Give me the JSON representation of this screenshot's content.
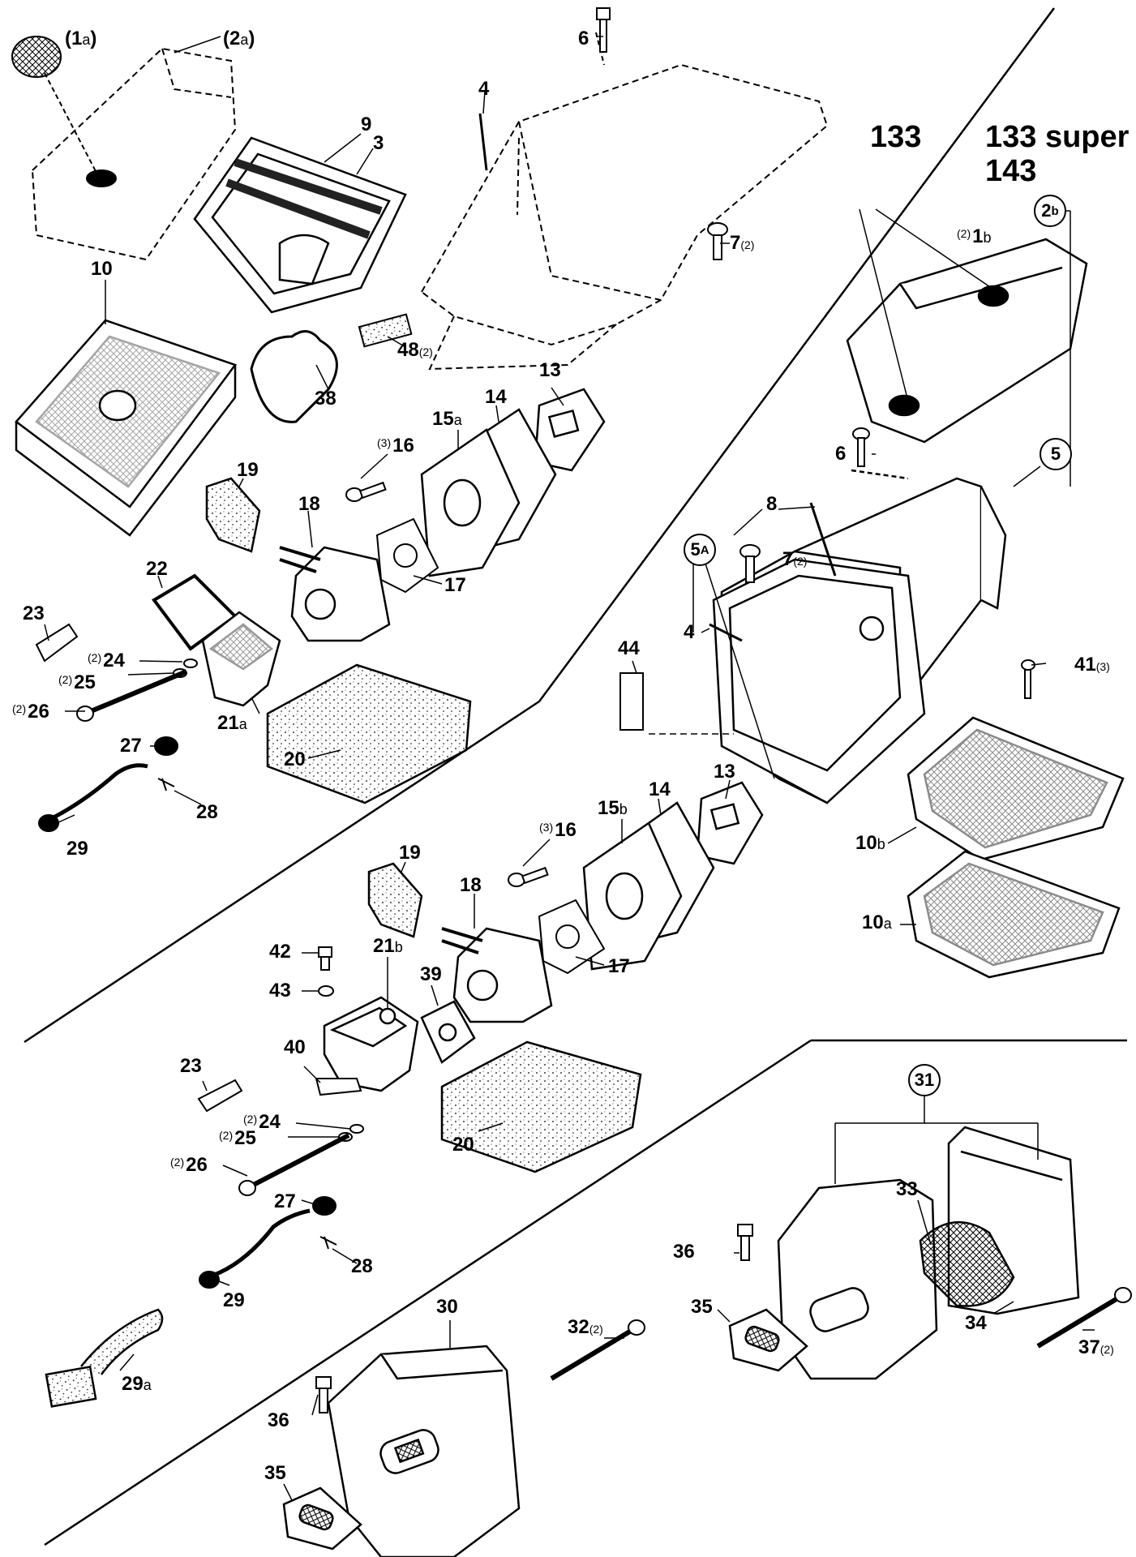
{
  "models": {
    "m133": "133",
    "m133super": "133 super",
    "m143": "143"
  },
  "labels": {
    "p1a": "1",
    "p1a_suf": "a",
    "p2a": "2",
    "p2a_suf": "a",
    "p6_top": "6",
    "p4_top": "4",
    "p9": "9",
    "p3": "3",
    "p10": "10",
    "p7_top": "7",
    "p7_top_suf": "(2)",
    "p48": "48",
    "p48_suf": "(2)",
    "p38": "38",
    "p13_a": "13",
    "p14_a": "14",
    "p15a": "15",
    "p15a_suf": "a",
    "p16_a_pre": "(3)",
    "p16_a": "16",
    "p19_a": "19",
    "p18_a": "18",
    "p17_a": "17",
    "p22": "22",
    "p23_a": "23",
    "p24_a_pre": "(2)",
    "p24_a": "24",
    "p25_a_pre": "(2)",
    "p25_a": "25",
    "p26_a_pre": "(2)",
    "p26_a": "26",
    "p21a": "21",
    "p21a_suf": "a",
    "p27_a": "27",
    "p20_a": "20",
    "p28_a": "28",
    "p29_a": "29",
    "p2b": "2",
    "p2b_suf": "b",
    "p1b_pre": "(2)",
    "p1b": "1",
    "p1b_suf": "b",
    "p6_right": "6",
    "p5": "5",
    "p8": "8",
    "p5A": "5",
    "p5A_suf": "A",
    "p7_right": "7",
    "p7_right_suf": "(2)",
    "p4_right": "4",
    "p44": "44",
    "p41": "41",
    "p41_suf": "(3)",
    "p13_b": "13",
    "p14_b": "14",
    "p15b": "15",
    "p15b_suf": "b",
    "p16_b_pre": "(3)",
    "p16_b": "16",
    "p10b": "10",
    "p10b_suf": "b",
    "p10a": "10",
    "p10a_suf": "a",
    "p19_b": "19",
    "p18_b": "18",
    "p17_b": "17",
    "p42": "42",
    "p43": "43",
    "p21b": "21",
    "p21b_suf": "b",
    "p39": "39",
    "p40": "40",
    "p23_b": "23",
    "p24_b_pre": "(2)",
    "p24_b": "24",
    "p25_b_pre": "(2)",
    "p25_b": "25",
    "p26_b_pre": "(2)",
    "p26_b": "26",
    "p20_b": "20",
    "p27_b": "27",
    "p28_b": "28",
    "p29_b": "29",
    "p29a": "29",
    "p29a_suf": "a",
    "p30": "30",
    "p32": "32",
    "p32_suf": "(2)",
    "p36_a": "36",
    "p35_a": "35",
    "p31": "31",
    "p33": "33",
    "p36_b": "36",
    "p35_b": "35",
    "p34": "34",
    "p37": "37",
    "p37_suf": "(2)"
  }
}
